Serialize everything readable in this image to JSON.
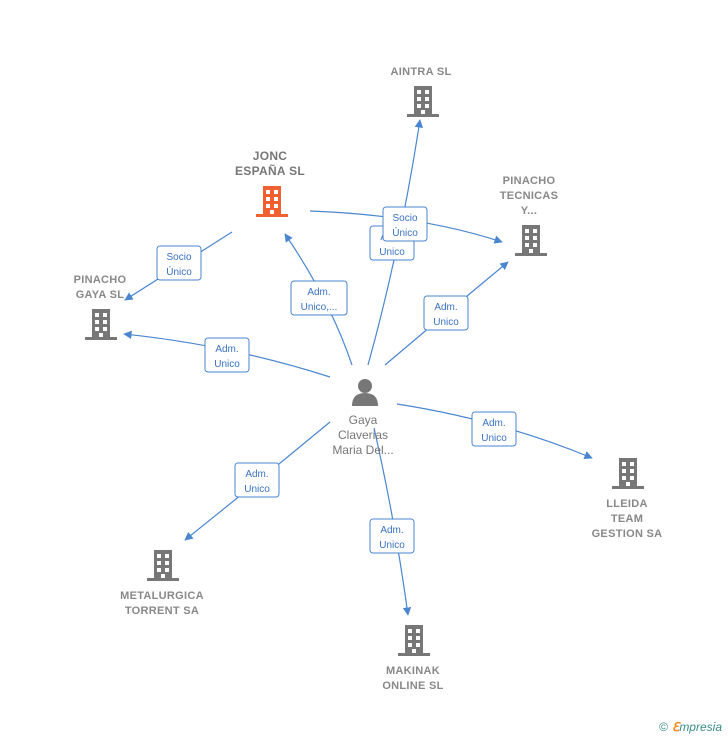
{
  "center": {
    "name_lines": [
      "Gaya",
      "Claverias",
      "Maria Del..."
    ],
    "icon": "person-icon"
  },
  "companies": [
    {
      "id": "aintra",
      "lines": [
        "AINTRA SL"
      ],
      "icon": "building-icon",
      "color": "#777777"
    },
    {
      "id": "jonc",
      "lines": [
        "JONC",
        "ESPAÑA  SL"
      ],
      "icon": "building-icon",
      "color": "#f06030"
    },
    {
      "id": "pinacho-tecnicas",
      "lines": [
        "PINACHO",
        "TECNICAS",
        "Y..."
      ],
      "icon": "building-icon",
      "color": "#777777"
    },
    {
      "id": "pinacho-gaya",
      "lines": [
        "PINACHO",
        "GAYA  SL"
      ],
      "icon": "building-icon",
      "color": "#777777"
    },
    {
      "id": "lleida",
      "lines": [
        "LLEIDA",
        "TEAM",
        "GESTION SA"
      ],
      "icon": "building-icon",
      "color": "#777777"
    },
    {
      "id": "metalurgica",
      "lines": [
        "METALURGICA",
        "TORRENT SA"
      ],
      "icon": "building-icon",
      "color": "#777777"
    },
    {
      "id": "makinak",
      "lines": [
        "MAKINAK",
        "ONLINE  SL"
      ],
      "icon": "building-icon",
      "color": "#777777"
    }
  ],
  "edges": [
    {
      "id": "center-aintra",
      "lines": [
        "Adm.",
        "Unico"
      ]
    },
    {
      "id": "jonc-tecnicas",
      "lines": [
        "Socio",
        "Único"
      ]
    },
    {
      "id": "jonc-gaya",
      "lines": [
        "Socio",
        "Único"
      ]
    },
    {
      "id": "center-jonc",
      "lines": [
        "Adm.",
        "Unico,..."
      ]
    },
    {
      "id": "center-tecnicas",
      "lines": [
        "Adm.",
        "Unico"
      ]
    },
    {
      "id": "center-gaya",
      "lines": [
        "Adm.",
        "Unico"
      ]
    },
    {
      "id": "center-lleida",
      "lines": [
        "Adm.",
        "Unico"
      ]
    },
    {
      "id": "center-metalurgica",
      "lines": [
        "Adm.",
        "Unico"
      ]
    },
    {
      "id": "center-makinak",
      "lines": [
        "Adm.",
        "Unico"
      ]
    }
  ],
  "watermark": {
    "copyright": "©",
    "brand_e": "ℇ",
    "brand_rest": "mpresia"
  },
  "colors": {
    "edge": "#4a86d0",
    "building": "#777777",
    "highlight": "#f06030"
  }
}
